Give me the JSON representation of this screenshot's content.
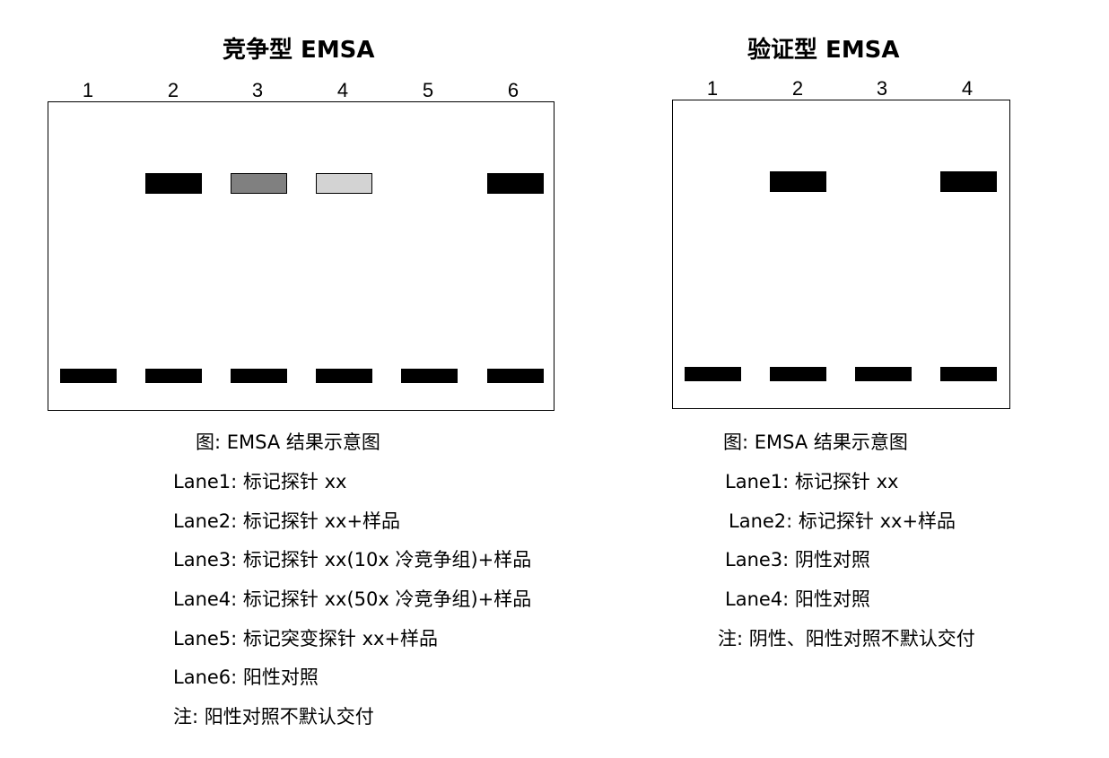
{
  "left_panel": {
    "title": "竞争型 EMSA",
    "lanes": [
      "1",
      "2",
      "3",
      "4",
      "5",
      "6"
    ],
    "shift_bands": [
      {
        "lane": "2",
        "intensity": 1.0,
        "color": "#000000"
      },
      {
        "lane": "3",
        "intensity": 0.5,
        "color": "#808080"
      },
      {
        "lane": "4",
        "intensity": 0.2,
        "color": "#d3d3d3"
      },
      {
        "lane": "6",
        "intensity": 1.0,
        "color": "#000000"
      }
    ],
    "free_probe_lanes": [
      "1",
      "2",
      "3",
      "4",
      "5",
      "6"
    ],
    "caption": "图:  EMSA 结果示意图",
    "legend": [
      "Lane1:  标记探针 xx",
      "Lane2:  标记探针 xx+样品",
      "Lane3:  标记探针 xx(10x 冷竞争组)+样品",
      "Lane4:  标记探针 xx(50x 冷竞争组)+样品",
      "Lane5:  标记突变探针 xx+样品",
      "Lane6:  阳性对照",
      "注:  阳性对照不默认交付"
    ]
  },
  "right_panel": {
    "title": "验证型 EMSA",
    "lanes": [
      "1",
      "2",
      "3",
      "4"
    ],
    "shift_bands": [
      {
        "lane": "2",
        "intensity": 1.0,
        "color": "#000000"
      },
      {
        "lane": "4",
        "intensity": 1.0,
        "color": "#000000"
      }
    ],
    "free_probe_lanes": [
      "1",
      "2",
      "3",
      "4"
    ],
    "caption": "图:  EMSA 结果示意图",
    "legend": [
      "Lane1:  标记探针 xx",
      "Lane2:  标记探针 xx+样品",
      "Lane3:  阴性对照",
      "Lane4:  阳性对照",
      "注:  阴性、阳性对照不默认交付"
    ]
  }
}
